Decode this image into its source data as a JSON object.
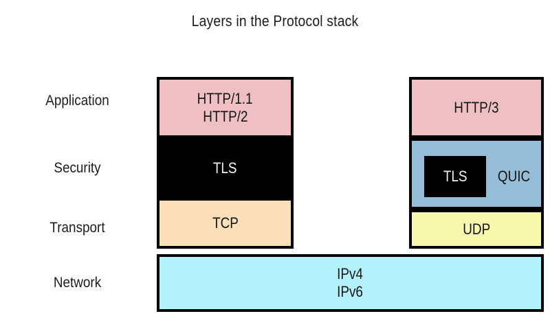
{
  "title": "Layers in the Protocol stack",
  "layer_labels": [
    {
      "name": "application",
      "text": "Application"
    },
    {
      "name": "security",
      "text": "Security"
    },
    {
      "name": "transport",
      "text": "Transport"
    },
    {
      "name": "network",
      "text": "Network"
    }
  ],
  "left_stack": {
    "application": {
      "line1": "HTTP/1.1",
      "line2": "HTTP/2",
      "color": "#EEC0C4"
    },
    "security": {
      "label": "TLS",
      "color": "#000000",
      "text_color": "#FFFFFF"
    },
    "transport": {
      "label": "TCP",
      "color": "#FBDFB8"
    }
  },
  "right_stack": {
    "application": {
      "label": "HTTP/3",
      "color": "#EEC0C4"
    },
    "security": {
      "outer_label": "QUIC",
      "inner_label": "TLS",
      "color": "#95BDD8",
      "inner_color": "#000000"
    },
    "transport": {
      "label": "UDP",
      "color": "#F7F7AD"
    }
  },
  "network_band": {
    "line1": "IPv4",
    "line2": "IPv6",
    "color": "#B4F2FB"
  },
  "palette": {
    "pink": "#EEC0C4",
    "peach": "#FBDFB8",
    "blue": "#95BDD8",
    "yellow": "#F7F7AD",
    "cyan": "#B4F2FB",
    "black": "#000000",
    "background": "#FFFFFF"
  }
}
